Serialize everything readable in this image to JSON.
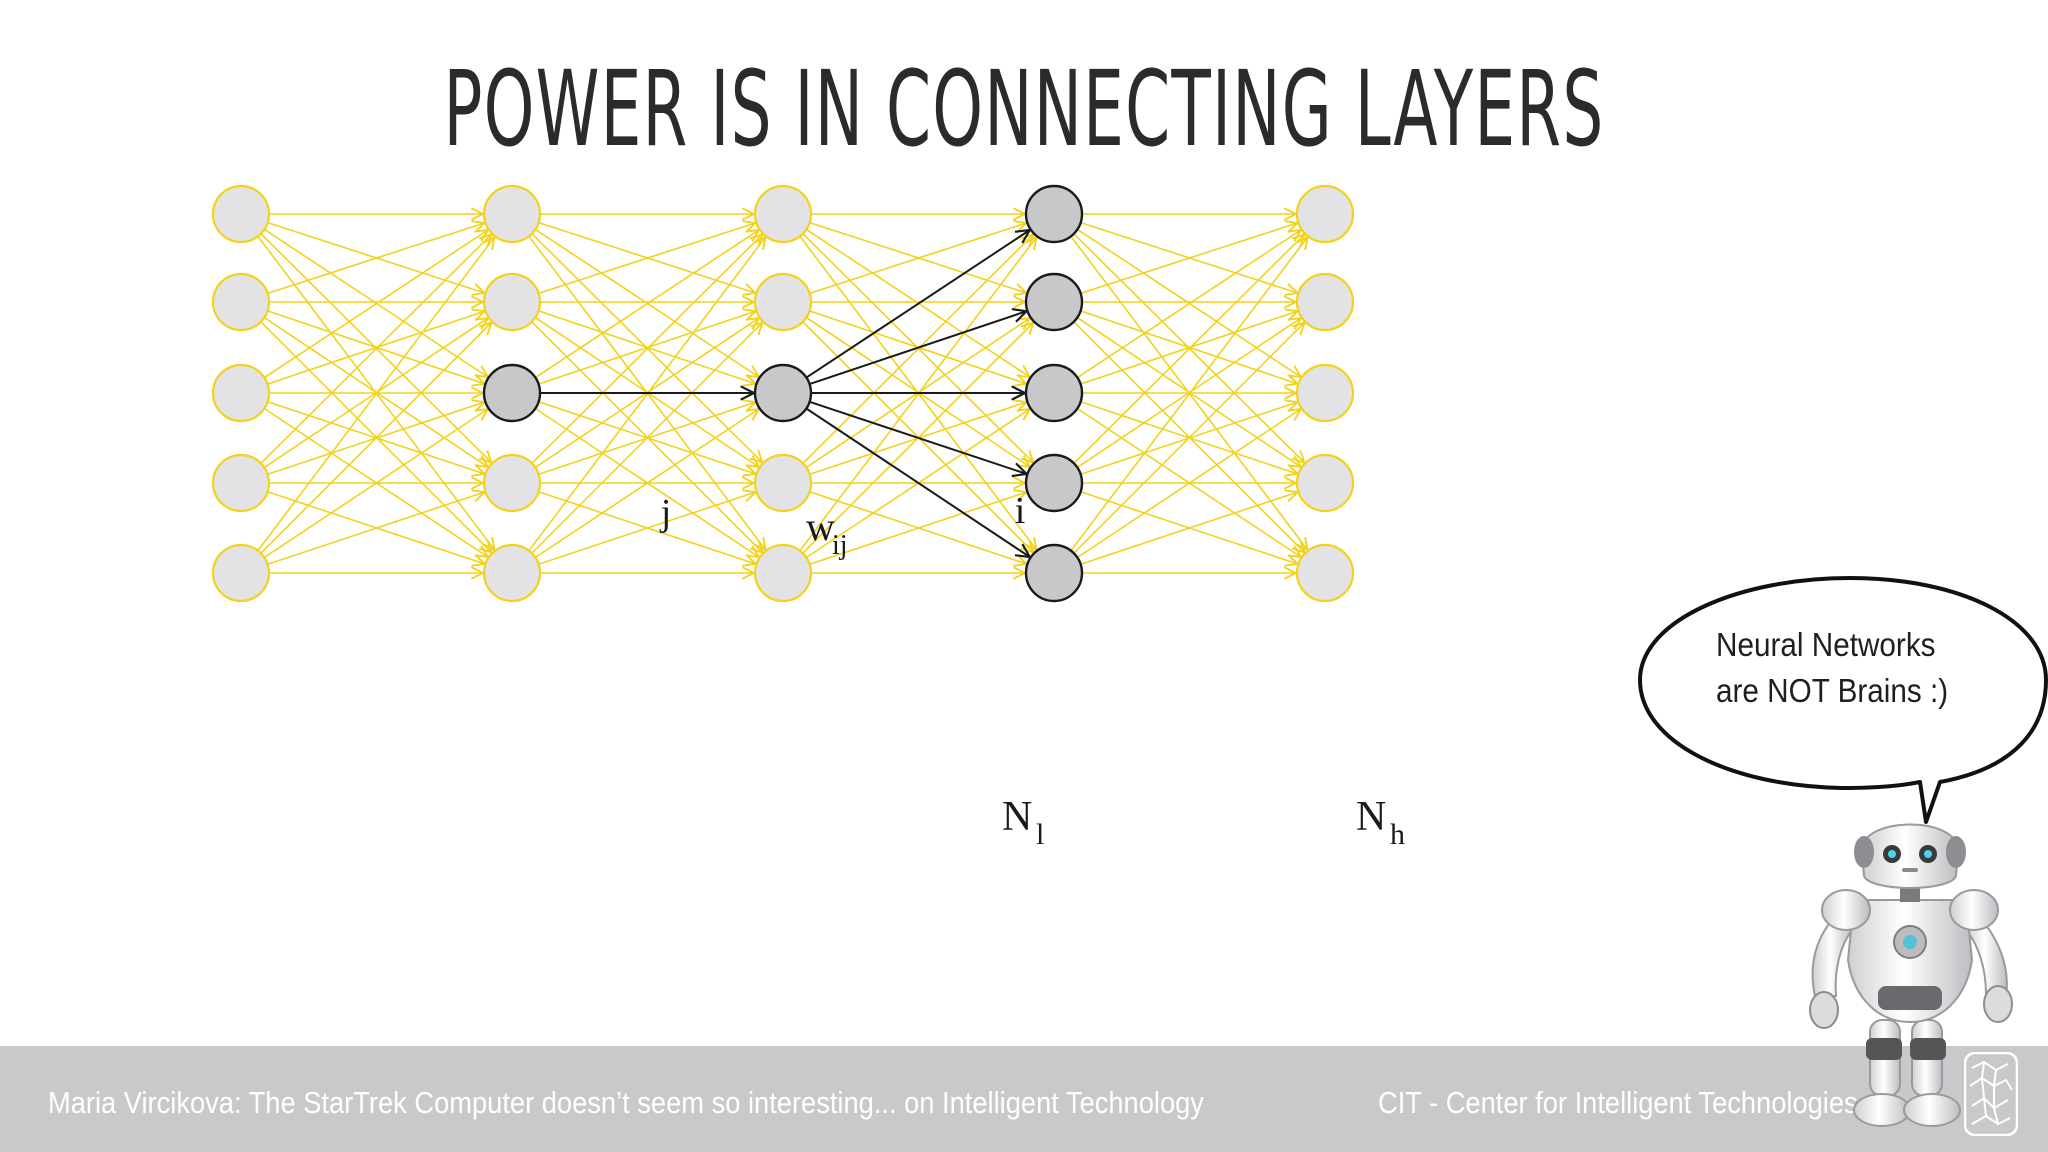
{
  "slide": {
    "title": "POWER IS IN CONNECTING LAYERS"
  },
  "diagram": {
    "layer_count": 5,
    "neurons_per_layer": 5,
    "labels": {
      "node_j": "j",
      "node_i": "i",
      "weight": "w",
      "weight_sub": "ij",
      "layer_l": "N",
      "layer_l_sub": "l",
      "layer_h": "N",
      "layer_h_sub": "h"
    },
    "colors": {
      "connection": "#f2d21b",
      "inactive_neuron_fill": "#e3e3e6",
      "inactive_neuron_stroke": "#f2d21b",
      "active_neuron_fill": "#c8c8ca",
      "active_connection": "#1a1a1a"
    }
  },
  "speech_bubble": {
    "line1": "Neural Networks",
    "line2": "are NOT Brains :)"
  },
  "footer": {
    "left": "Maria Vircikova: The StarTrek Computer doesn’t seem so interesting... on Intelligent Technology",
    "right": "CIT - Center for Intelligent Technologies",
    "background": "#c9c9cb"
  }
}
